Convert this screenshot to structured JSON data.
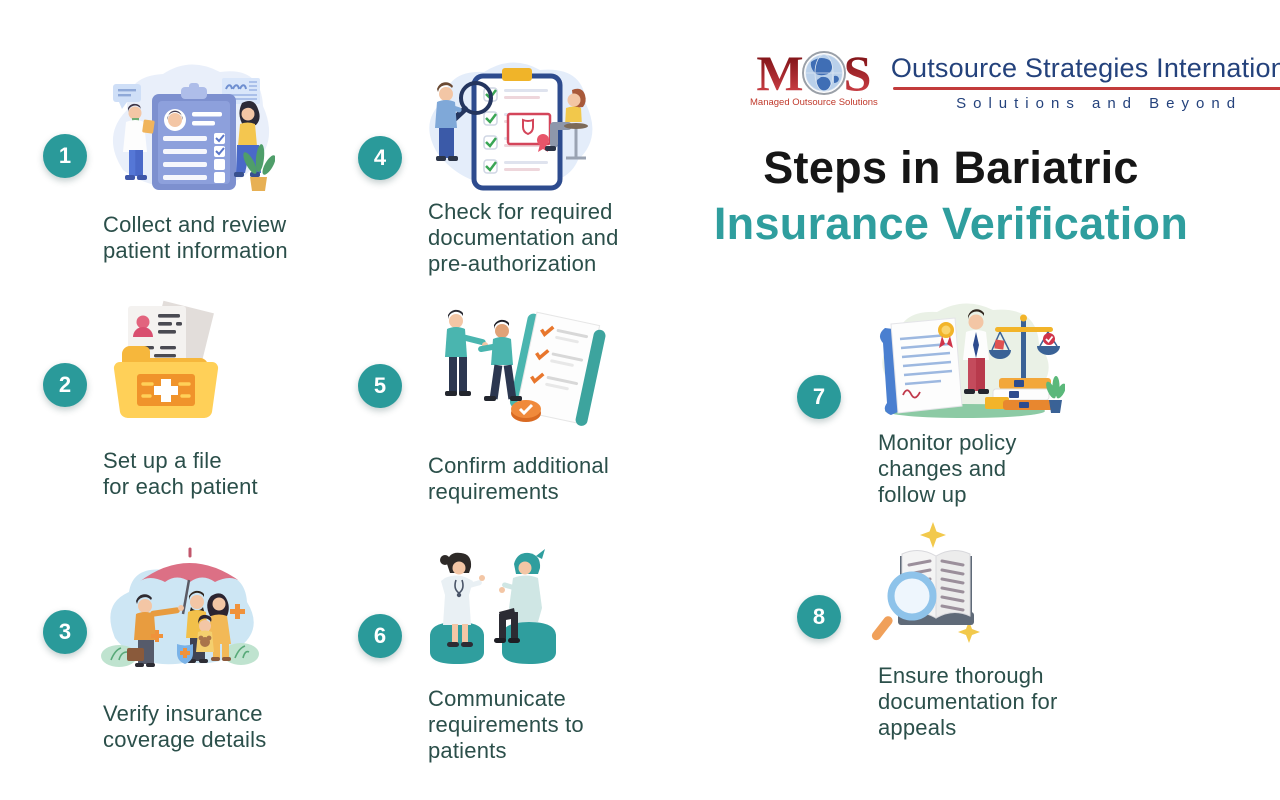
{
  "brand": {
    "mark": {
      "m": "M",
      "s": "S",
      "tagline": "Managed Outsource Solutions"
    },
    "name": "Outsource Strategies International",
    "slogan": "Solutions and Beyond"
  },
  "title": {
    "line1": "Steps in Bariatric",
    "line2": "Insurance Verification"
  },
  "steps": [
    {
      "number": "1",
      "label": "Collect and review\npatient information",
      "icon": "clipboard-review-illustration"
    },
    {
      "number": "2",
      "label": "Set up a file\nfor each patient",
      "icon": "patient-folder-illustration"
    },
    {
      "number": "3",
      "label": "Verify insurance\ncoverage details",
      "icon": "family-umbrella-illustration"
    },
    {
      "number": "4",
      "label": "Check for required\ndocumentation and\npre-authorization",
      "icon": "checklist-magnifier-illustration"
    },
    {
      "number": "5",
      "label": "Confirm additional\nrequirements",
      "icon": "handshake-checklist-illustration"
    },
    {
      "number": "6",
      "label": "Communicate\nrequirements to\npatients",
      "icon": "doctor-patient-illustration"
    },
    {
      "number": "7",
      "label": "Monitor policy\nchanges and\nfollow up",
      "icon": "policy-scales-illustration"
    },
    {
      "number": "8",
      "label": "Ensure thorough\ndocumentation for\nappeals",
      "icon": "book-magnifier-illustration"
    }
  ],
  "colors": {
    "badge_teal": "#2a9a9a",
    "title_accent_teal": "#2f9e9e",
    "title_black": "#161616",
    "step_text": "#2b4f4a",
    "logo_navy": "#24427c",
    "logo_red": "#c0392b"
  }
}
